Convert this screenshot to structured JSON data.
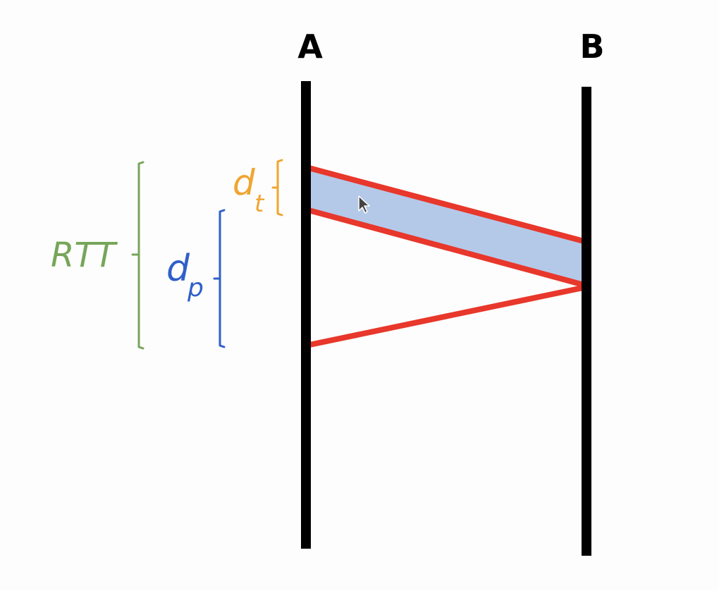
{
  "nodes": {
    "left": "A",
    "right": "B"
  },
  "labels": {
    "rtt": "RTT",
    "dt_main": "d",
    "dt_sub": "t",
    "dp_main": "d",
    "dp_sub": "p"
  },
  "colors": {
    "timeline": "#000000",
    "signal": "#e8372b",
    "packet_fill": "#b4c9e8",
    "rtt_bracket": "#77a55a",
    "dt_bracket": "#f0a531",
    "dp_bracket": "#2f5fc9"
  }
}
